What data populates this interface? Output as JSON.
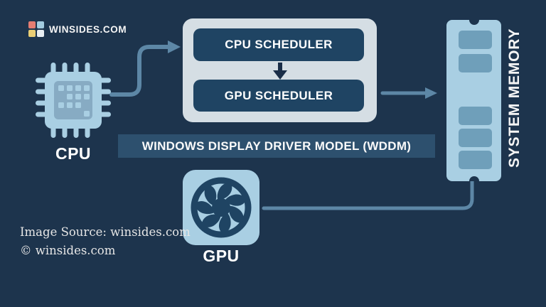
{
  "colors": {
    "background": "#1d344d",
    "panel_light": "#d5dee4",
    "box_dark": "#1f4463",
    "wddm_bar": "#2d506e",
    "arrow": "#5d87a6",
    "dark_arrow": "#1a2e48",
    "icon_light_blue": "#a9cfe3",
    "icon_mid_blue": "#87abc3",
    "memory_chip": "#6f9fba",
    "text_light": "#f5f5f5",
    "logo_red": "#e57d72",
    "logo_blue": "#a3cce0",
    "logo_yellow": "#eace75",
    "logo_gray": "#e8eef2"
  },
  "logo": {
    "text": "WINSIDES.COM"
  },
  "nodes": {
    "cpu": {
      "label": "CPU"
    },
    "gpu": {
      "label": "GPU"
    },
    "cpu_scheduler": {
      "label": "CPU SCHEDULER"
    },
    "gpu_scheduler": {
      "label": "GPU SCHEDULER"
    },
    "wddm": {
      "label": "WINDOWS DISPLAY DRIVER MODEL (WDDM)"
    },
    "system_memory": {
      "label": "SYSTEM MEMORY"
    }
  },
  "footer": {
    "line1": "Image Source: winsides.com",
    "line2": "© winsides.com"
  }
}
